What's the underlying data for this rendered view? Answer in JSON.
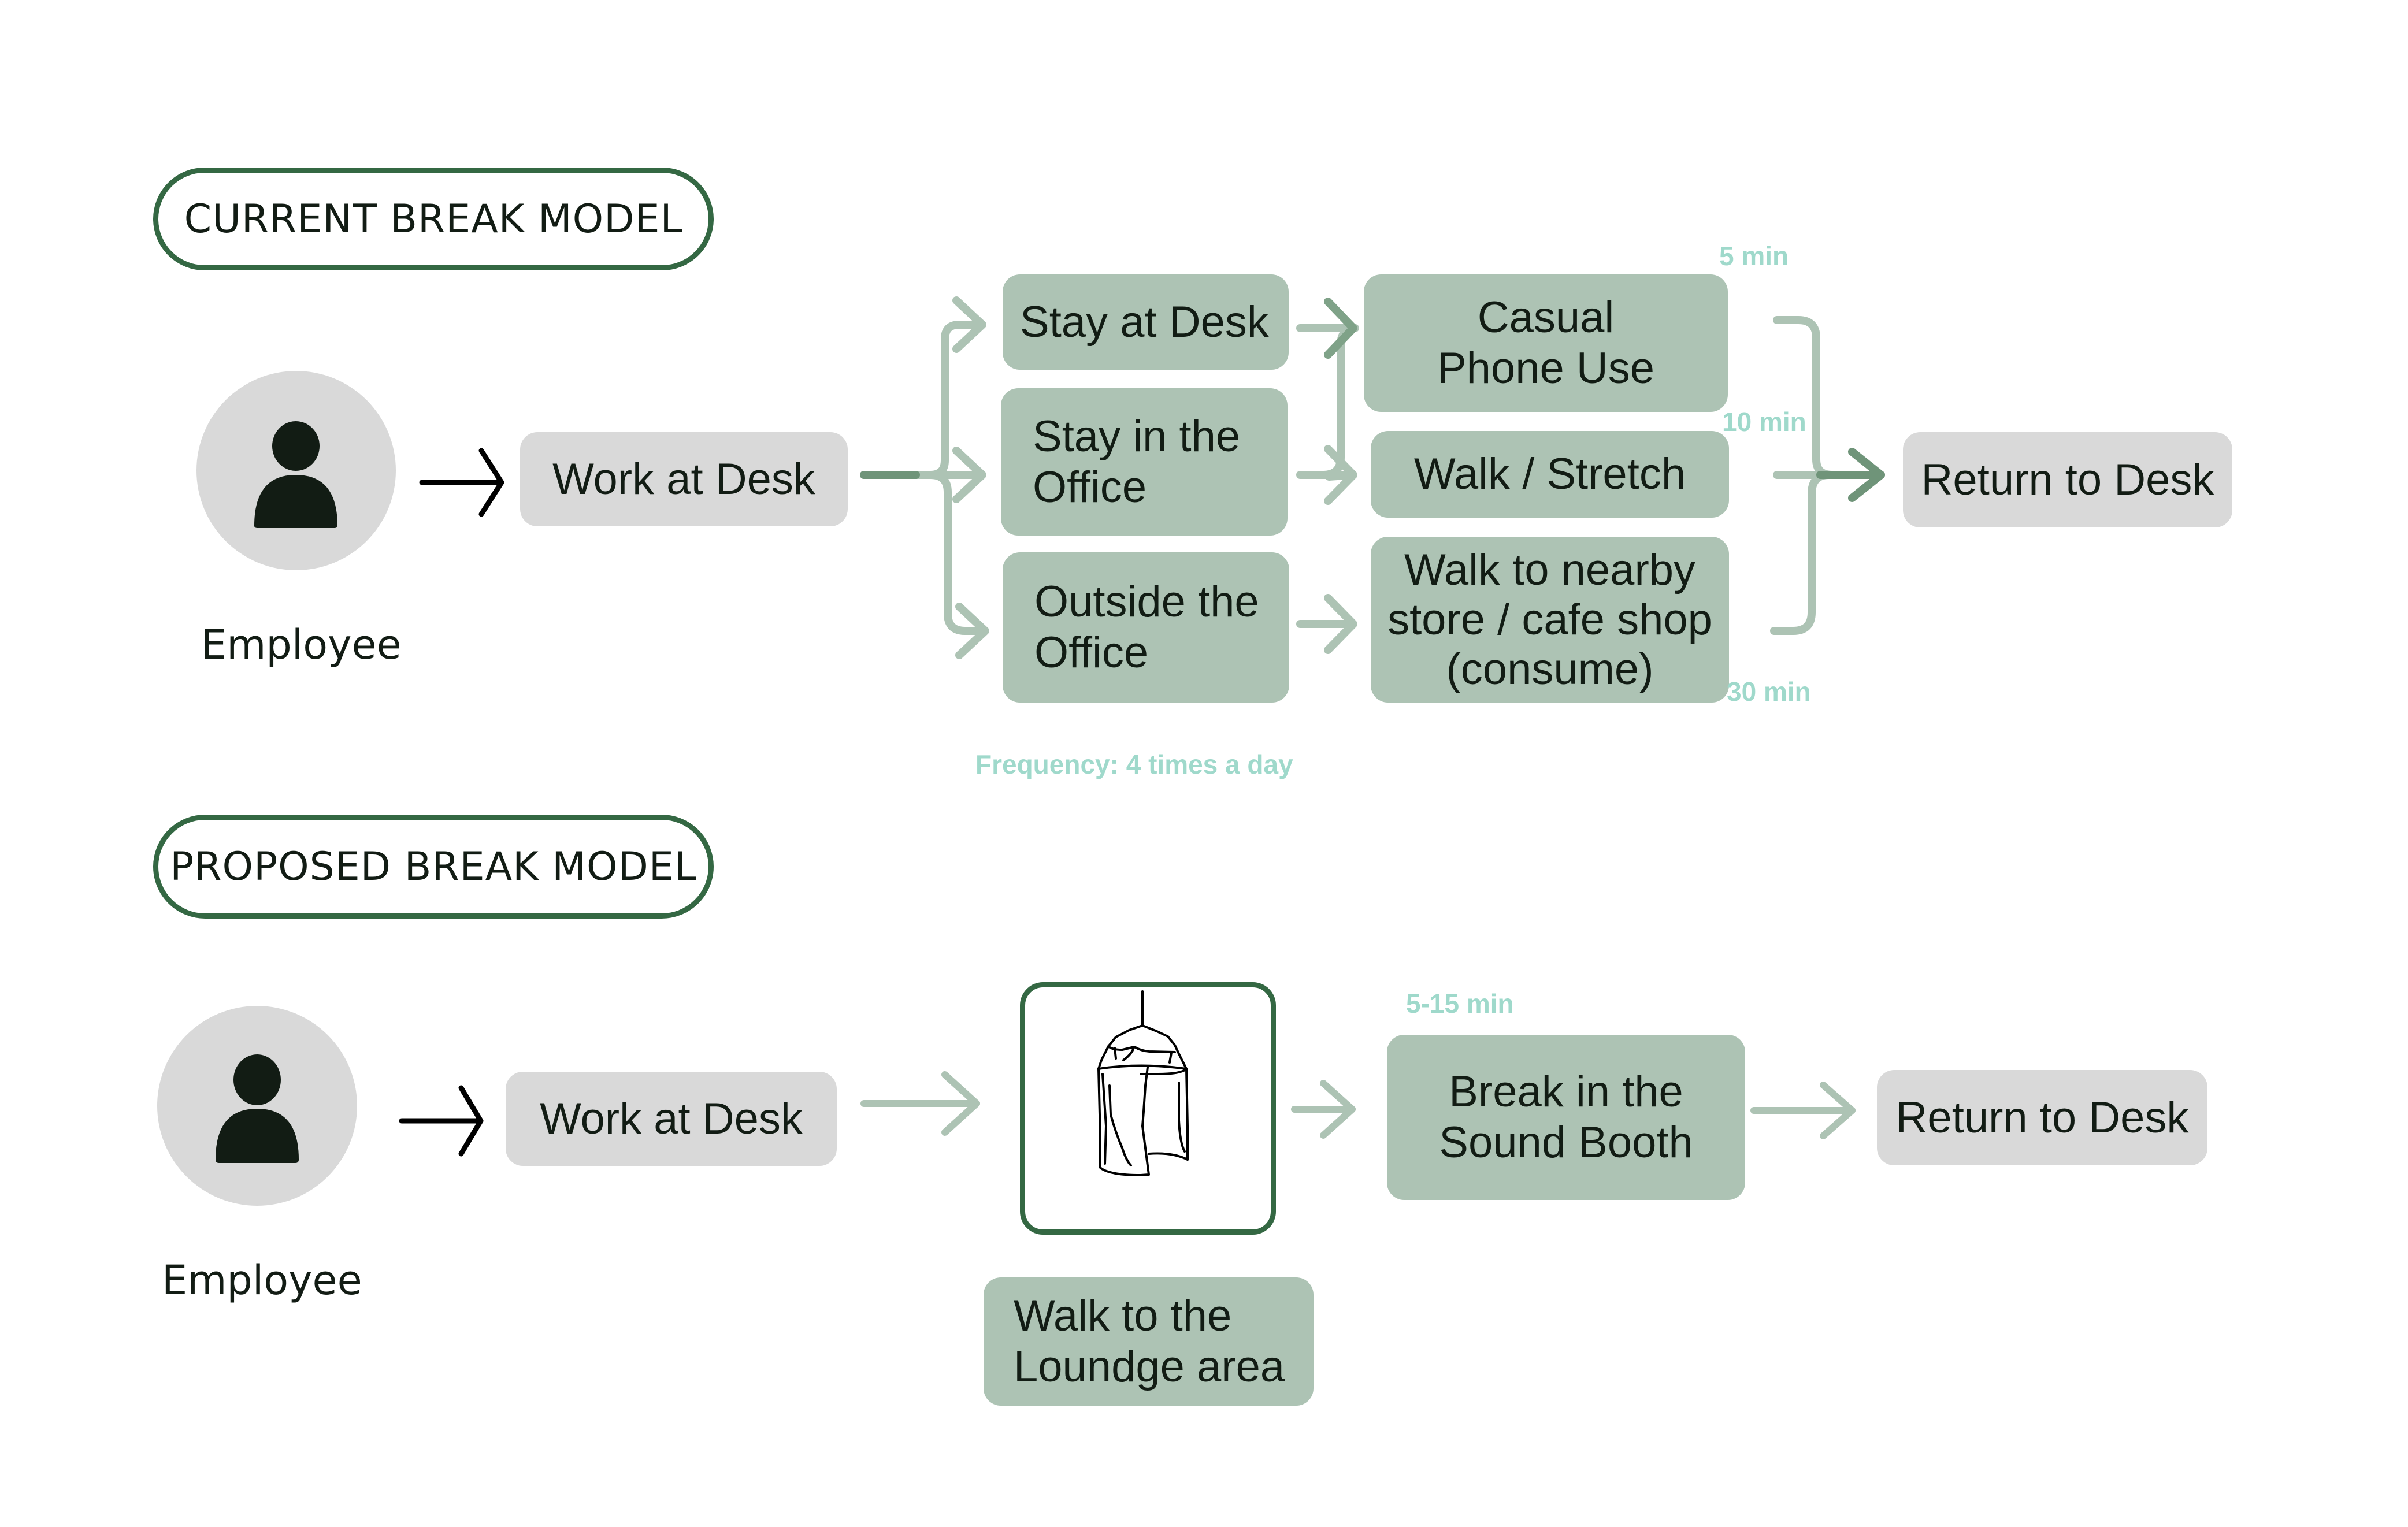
{
  "current_model": {
    "title": "CURRENT BREAK MODEL",
    "actor_label": "Employee",
    "start_step": "Work at Desk",
    "branches": [
      {
        "label": "Stay at Desk"
      },
      {
        "label": "Stay in the\nOffice"
      },
      {
        "label": "Outside the\nOffice"
      }
    ],
    "activities": [
      {
        "label": "Casual\nPhone Use",
        "duration": "5 min"
      },
      {
        "label": "Walk / Stretch",
        "duration": "10 min"
      },
      {
        "label": "Walk to nearby\nstore / cafe shop\n(consume)",
        "duration": "30 min"
      }
    ],
    "end_step": "Return to Desk",
    "frequency": "Frequency: 4 times a day"
  },
  "proposed_model": {
    "title": "PROPOSED BREAK MODEL",
    "actor_label": "Employee",
    "start_step": "Work at Desk",
    "booth_image": "sound-booth-illustration",
    "booth_caption": "Walk to the\nLoundge area",
    "activity": {
      "label": "Break in the\nSound Booth",
      "duration": "5-15 min"
    },
    "end_step": "Return to Desk"
  },
  "colors": {
    "accent_dark_green": "#346843",
    "box_green": "#adc3b4",
    "box_grey": "#d9d9d9",
    "connector_green": "#adc3b4",
    "duration_teal": "#9fd9cb",
    "text_dark": "#121c14"
  }
}
